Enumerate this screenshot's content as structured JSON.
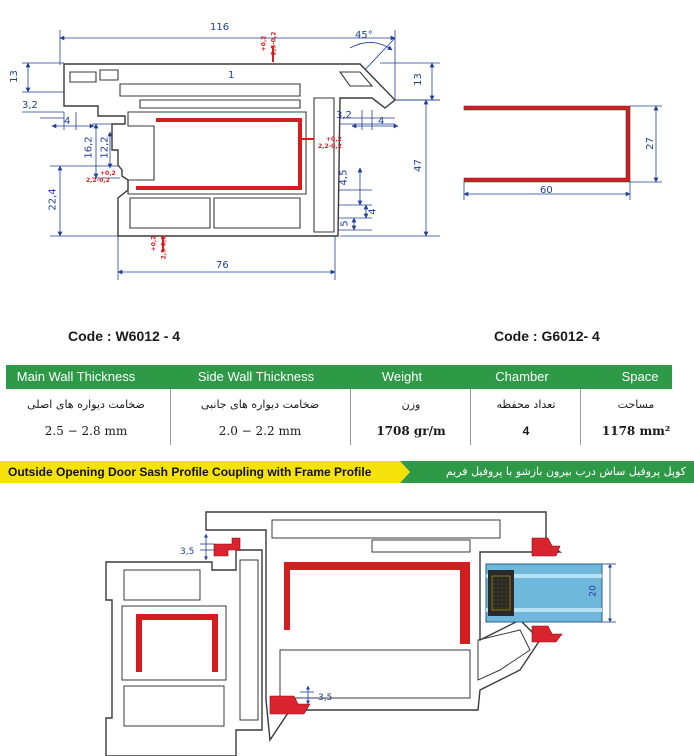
{
  "top_drawing": {
    "dims": {
      "d116": "116",
      "d45": "45°",
      "d13_left": "13",
      "d13_right": "13",
      "d1": "1",
      "d3_2_left": "3,2",
      "d4_left": "4",
      "d16_2": "16,2",
      "d12_2": "12,2",
      "d22_4": "22,4",
      "d3_2_right": "3,2",
      "d4_right": "4",
      "d4_5": "4,5",
      "d4_small": "4",
      "d5": "5",
      "d47": "47",
      "d76": "76"
    },
    "tolerances": {
      "tol_plus": "+0,2",
      "tol_top": "2,5-0,2",
      "tol_side": "2,2-0,2",
      "tol_bottom": "2,5-0,2"
    }
  },
  "glazing_bead": {
    "dims": {
      "d27": "27",
      "d60": "60"
    }
  },
  "codes": {
    "left": "Code : W6012 - 4",
    "right": "Code : G6012- 4"
  },
  "spec_table": {
    "headers": [
      "Main Wall Thickness",
      "Side Wall Thickness",
      "Weight",
      "Chamber",
      "Space"
    ],
    "persian_labels": [
      "ضخامت دیواره های اصلی",
      "ضخامت دیواره های جانبی",
      "وزن",
      "تعداد محفظه",
      "مساحت"
    ],
    "values": [
      "2.5 − 2.8 mm",
      "2.0 − 2.2 mm",
      "1708 gr/m",
      "4",
      "1178 mm²"
    ]
  },
  "section_title": {
    "english": "Outside Opening Door Sash Profile Coupling with Frame Profile",
    "persian": "کوپل پروفیل ساش درب بیرون بازشو با پروفیل فریم"
  },
  "bottom_drawing": {
    "dims": {
      "d3_5_top": "3,5",
      "d3_5_bottom": "3,5",
      "d20": "20"
    }
  },
  "colors": {
    "green": "#2e9a47",
    "yellow": "#f6e20b",
    "dimension_blue": "#1f3f9a",
    "reinforcement_red": "#d21e1e",
    "seal_red": "#d9232e",
    "glass_blue": "#6fb8dc"
  }
}
